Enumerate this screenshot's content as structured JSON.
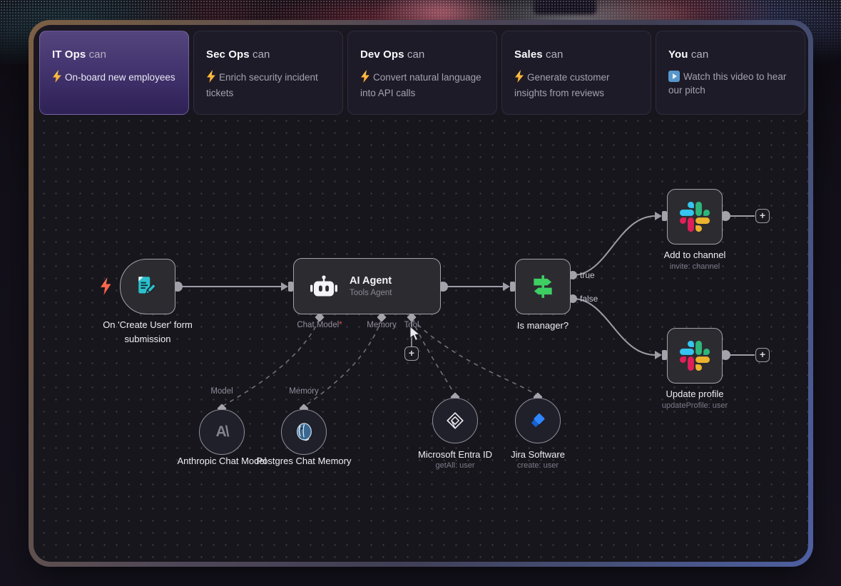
{
  "cards": [
    {
      "audience": "IT Ops",
      "connector": "can",
      "icon": "zap",
      "description": "On-board new employees",
      "active": true
    },
    {
      "audience": "Sec Ops",
      "connector": "can",
      "icon": "zap",
      "description": "Enrich security incident tickets",
      "active": false
    },
    {
      "audience": "Dev Ops",
      "connector": "can",
      "icon": "zap",
      "description": "Convert natural language into API calls",
      "active": false
    },
    {
      "audience": "Sales",
      "connector": "can",
      "icon": "zap",
      "description": "Generate customer insights from reviews",
      "active": false
    },
    {
      "audience": "You",
      "connector": "can",
      "icon": "play",
      "description": "Watch this video to hear our pitch",
      "active": false
    }
  ],
  "workflow": {
    "trigger": {
      "label": "On 'Create User' form submission"
    },
    "agent": {
      "title": "AI Agent",
      "subtitle": "Tools Agent",
      "ports": {
        "chat_model": "Chat Model",
        "chat_model_required": "*",
        "memory": "Memory",
        "tool": "Tool"
      }
    },
    "switch": {
      "label": "Is manager?",
      "output_true": "true",
      "output_false": "false"
    },
    "slack_add": {
      "label": "Add to channel",
      "subtitle": "invite: channel"
    },
    "slack_update": {
      "label": "Update profile",
      "subtitle": "updateProfile: user"
    },
    "model_node": {
      "label": "Anthropic Chat Model",
      "port_label": "Model",
      "logo_text": "A\\"
    },
    "memory_node": {
      "label": "Postgres Chat Memory",
      "port_label": "Memory"
    },
    "tool_entra": {
      "label": "Microsoft Entra ID",
      "subtitle": "getAll: user"
    },
    "tool_jira": {
      "label": "Jira Software",
      "subtitle": "create: user"
    },
    "plus_label": "+"
  },
  "colors": {
    "accent_purple": "#453671",
    "node_border": "#a3a2ab",
    "wire": "#9e9da6",
    "wire_dashed": "#716f7b",
    "form_icon": "#2cc0cd",
    "switch_icon": "#3ecf63",
    "slack_blue": "#36C5F0",
    "slack_green": "#2EB67D",
    "slack_red": "#E01E5A",
    "slack_yellow": "#ECB22E",
    "jira_blue": "#2f86ff",
    "postgres_blue": "#39678f",
    "trigger_bolt": "#f8503e"
  }
}
